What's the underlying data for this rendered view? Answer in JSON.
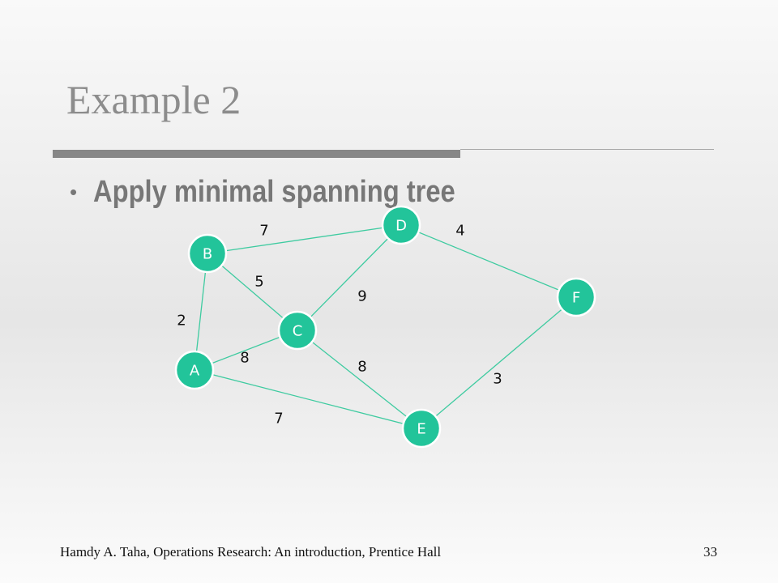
{
  "slide": {
    "title": "Example 2",
    "bullet": "Apply minimal spanning tree",
    "footer_source": "Hamdy A. Taha, Operations Research: An introduction, Prentice Hall",
    "page_number": "33"
  },
  "graph": {
    "node_color": "#22c49a",
    "edge_color": "#3ecba0",
    "nodes": [
      {
        "id": "A",
        "label": "A"
      },
      {
        "id": "B",
        "label": "B"
      },
      {
        "id": "C",
        "label": "C"
      },
      {
        "id": "D",
        "label": "D"
      },
      {
        "id": "E",
        "label": "E"
      },
      {
        "id": "F",
        "label": "F"
      }
    ],
    "edges": [
      {
        "from": "B",
        "to": "D",
        "weight": "7"
      },
      {
        "from": "D",
        "to": "F",
        "weight": "4"
      },
      {
        "from": "B",
        "to": "C",
        "weight": "5"
      },
      {
        "from": "C",
        "to": "D",
        "weight": "9"
      },
      {
        "from": "B",
        "to": "A",
        "weight": "2"
      },
      {
        "from": "A",
        "to": "C",
        "weight": "8"
      },
      {
        "from": "C",
        "to": "E",
        "weight": "8"
      },
      {
        "from": "F",
        "to": "E",
        "weight": "3"
      },
      {
        "from": "A",
        "to": "E",
        "weight": "7"
      }
    ]
  }
}
